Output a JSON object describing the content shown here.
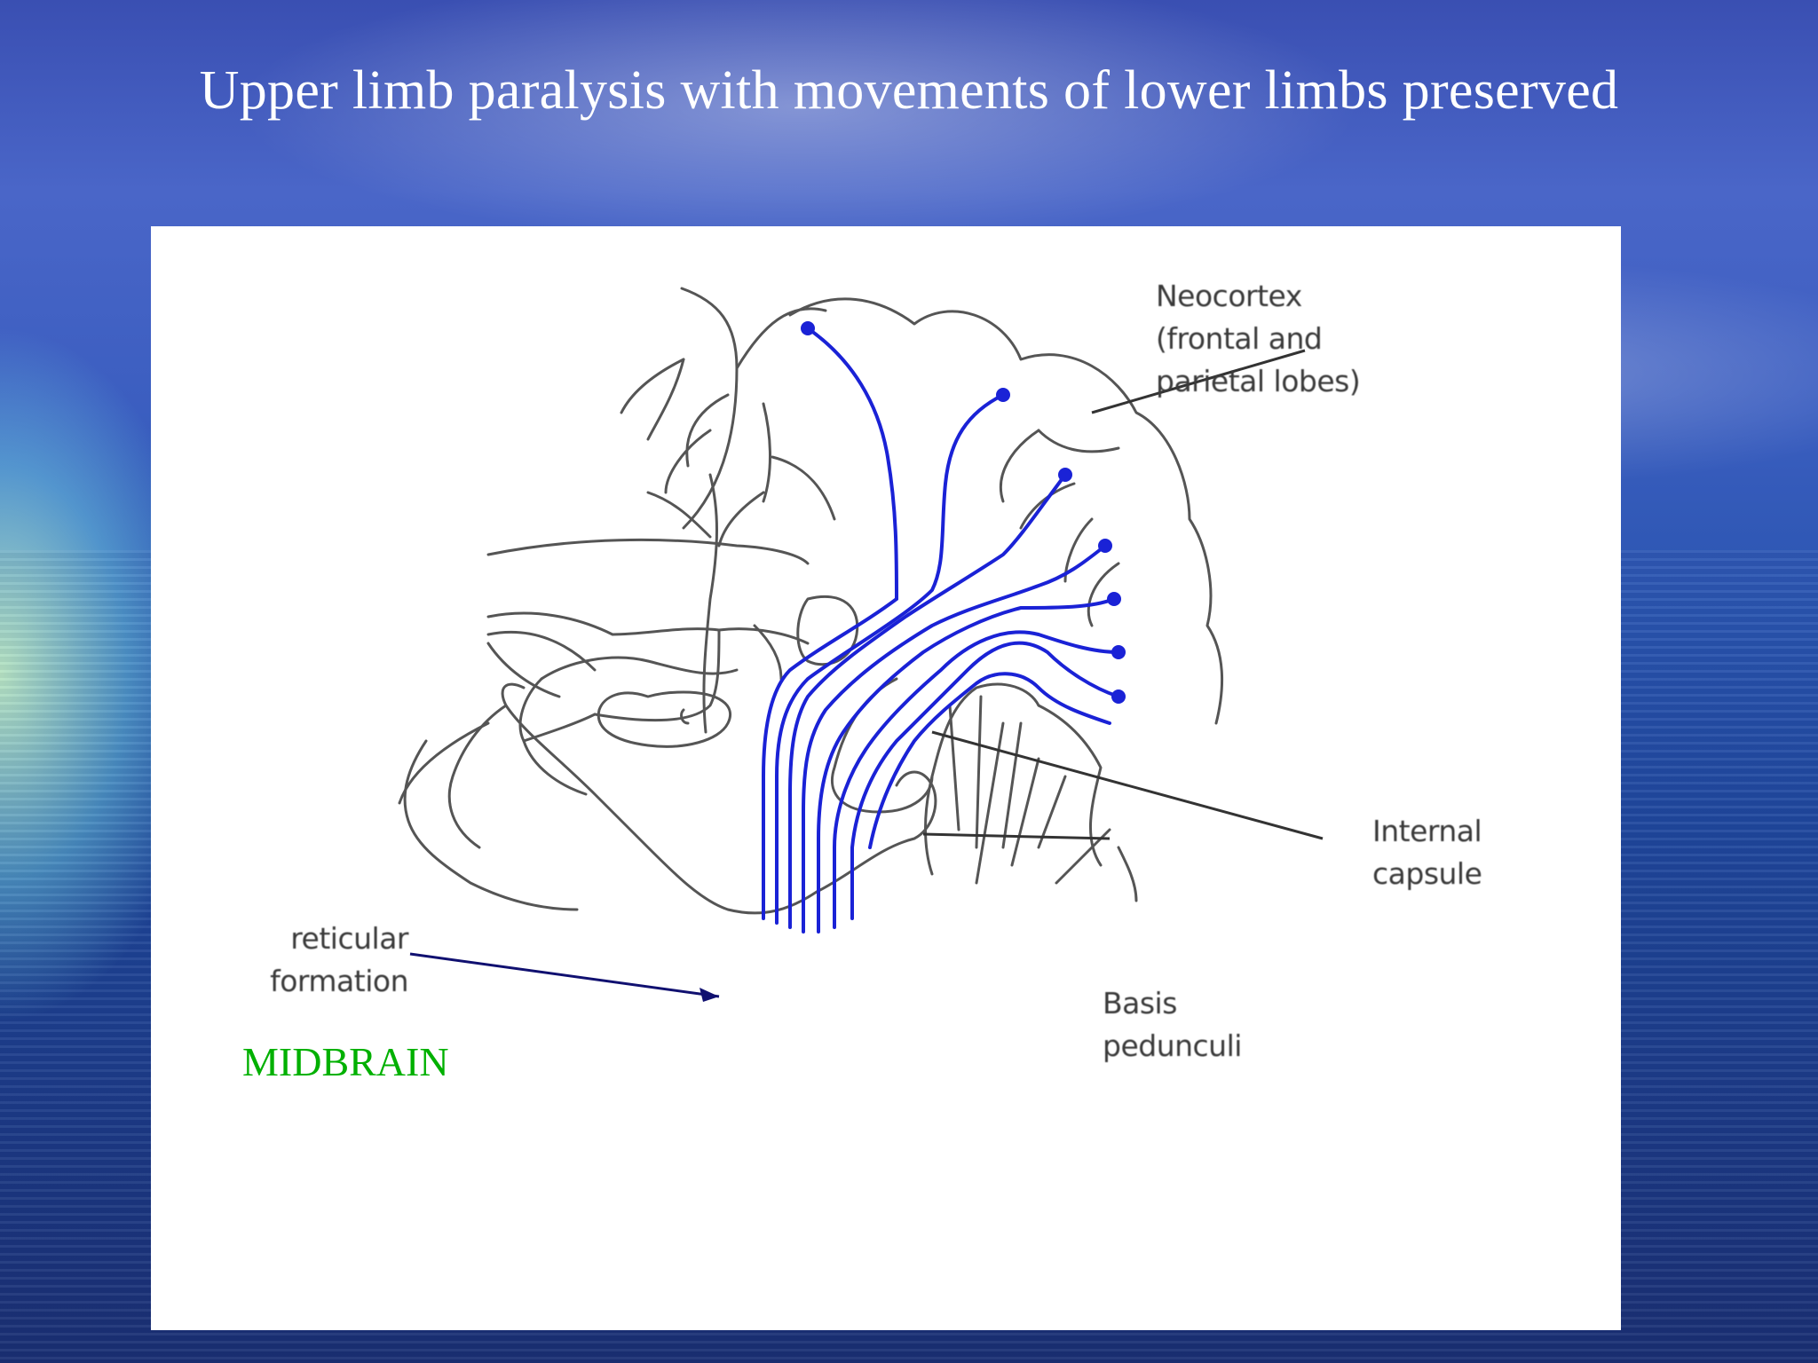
{
  "slide": {
    "title": "Upper limb paralysis with movements of lower limbs preserved"
  },
  "diagram": {
    "labels": {
      "neocortex": [
        "Neocortex",
        "(frontal and",
        "parietal lobes)"
      ],
      "internal_capsule": [
        "Internal",
        "capsule"
      ],
      "reticular_formation": [
        "reticular",
        "formation"
      ],
      "basis_pedunculi": [
        "Basis",
        "pedunculi"
      ],
      "midbrain": "MIDBRAIN"
    },
    "colors": {
      "tract": "#1a22d6",
      "outline": "#555555",
      "midbrain_label": "#00b000",
      "arrow": "#101070"
    }
  }
}
